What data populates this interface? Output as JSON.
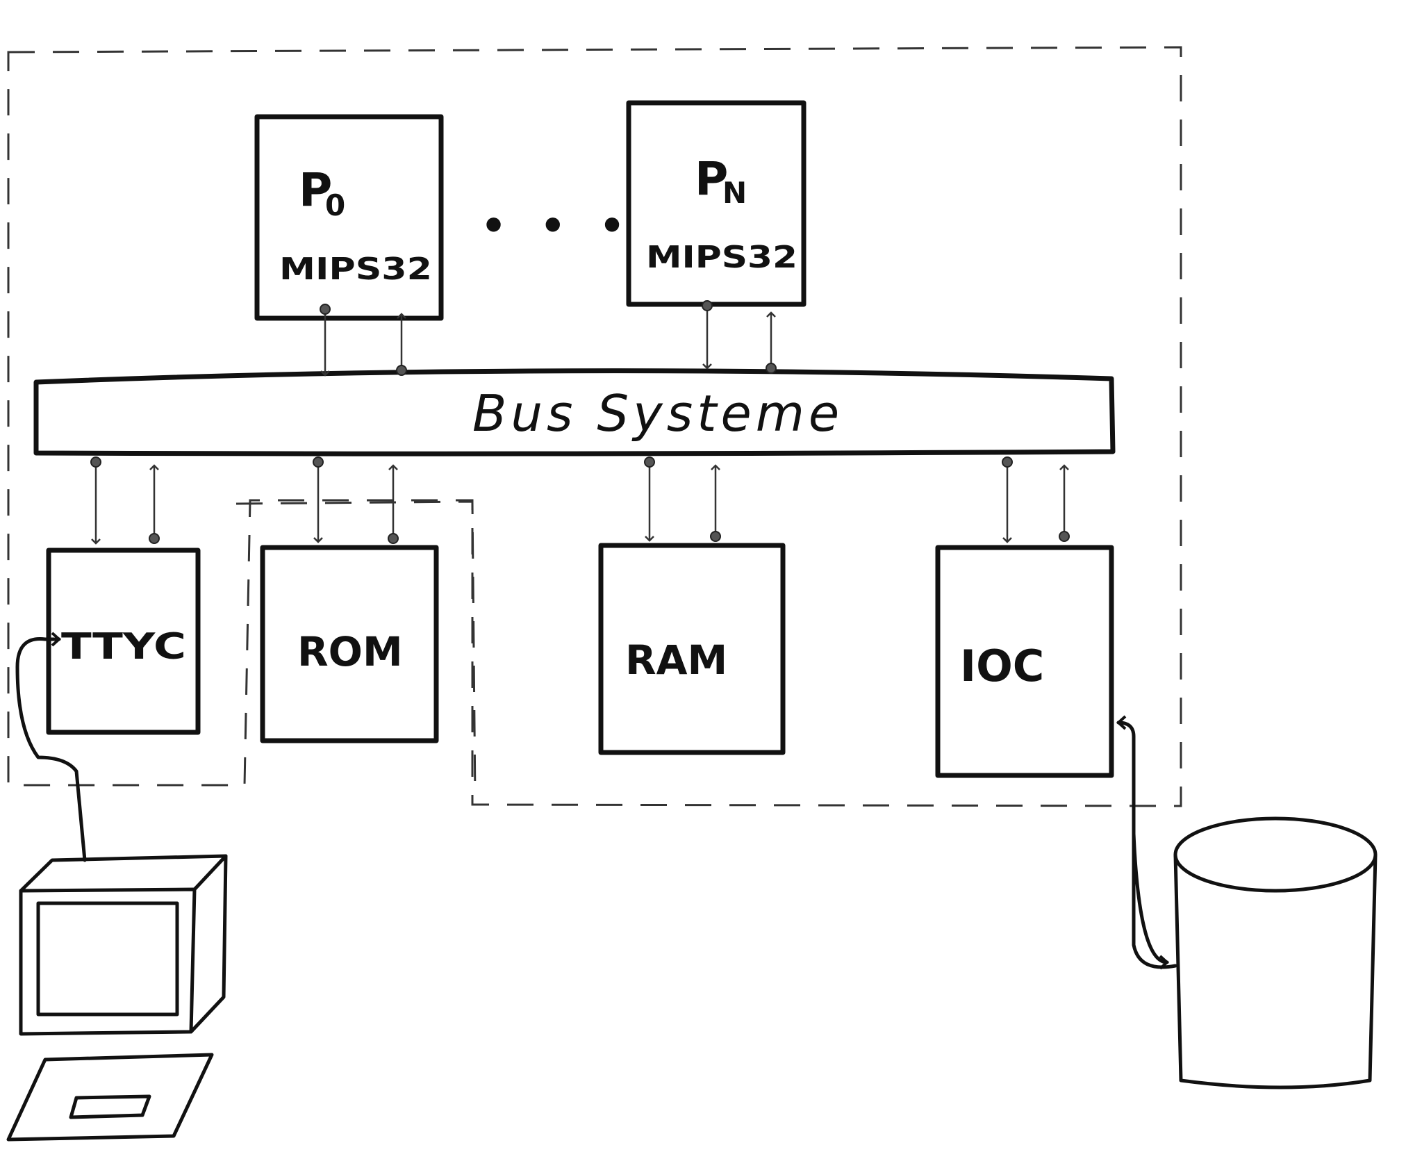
{
  "diagram": {
    "processors": [
      {
        "id": "p0",
        "name": "P",
        "sub": "0",
        "arch": "MIPS32"
      },
      {
        "id": "pn",
        "name": "P",
        "sub": "N",
        "arch": "MIPS32"
      }
    ],
    "ellipsis": "• • •",
    "bus_label": "Bus Systeme",
    "devices": {
      "ttyc": "TTYC",
      "rom": "ROM",
      "ram": "RAM",
      "ioc": "IOC"
    }
  },
  "colors": {
    "ink": "#111111",
    "paper": "#ffffff",
    "dash": "#333333"
  }
}
